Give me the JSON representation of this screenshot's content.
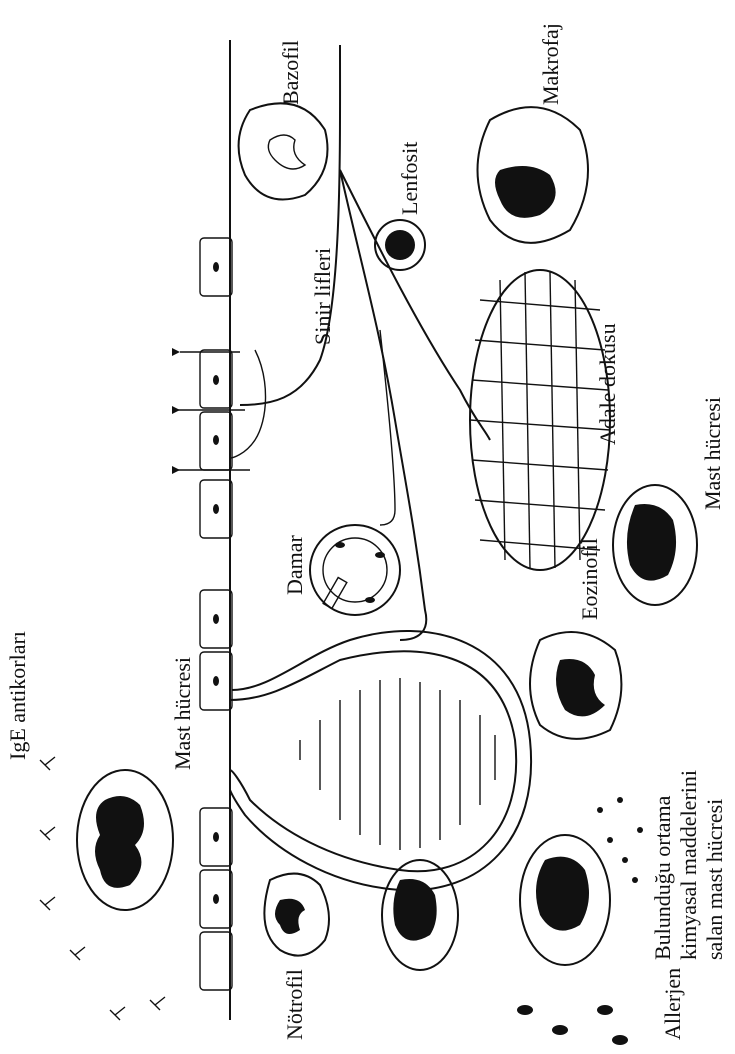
{
  "labels": {
    "ige": "IgE antikorları",
    "mast_top": "Mast hücresi",
    "notrofil": "Nötrofil",
    "allerjen": "Allerjen",
    "degranulating_1": "Bulunduğu ortama",
    "degranulating_2": "kimyasal maddelerini",
    "degranulating_3": "salan mast hücresi",
    "damar": "Damar",
    "eozinofil": "Eozinofil",
    "sinir": "Sinir lifleri",
    "adale": "Adale dokusu",
    "mast_bottom": "Mast hücresi",
    "lenfosit": "Lenfosit",
    "bazofil": "Bazofil",
    "makrofaj": "Makrofaj"
  }
}
